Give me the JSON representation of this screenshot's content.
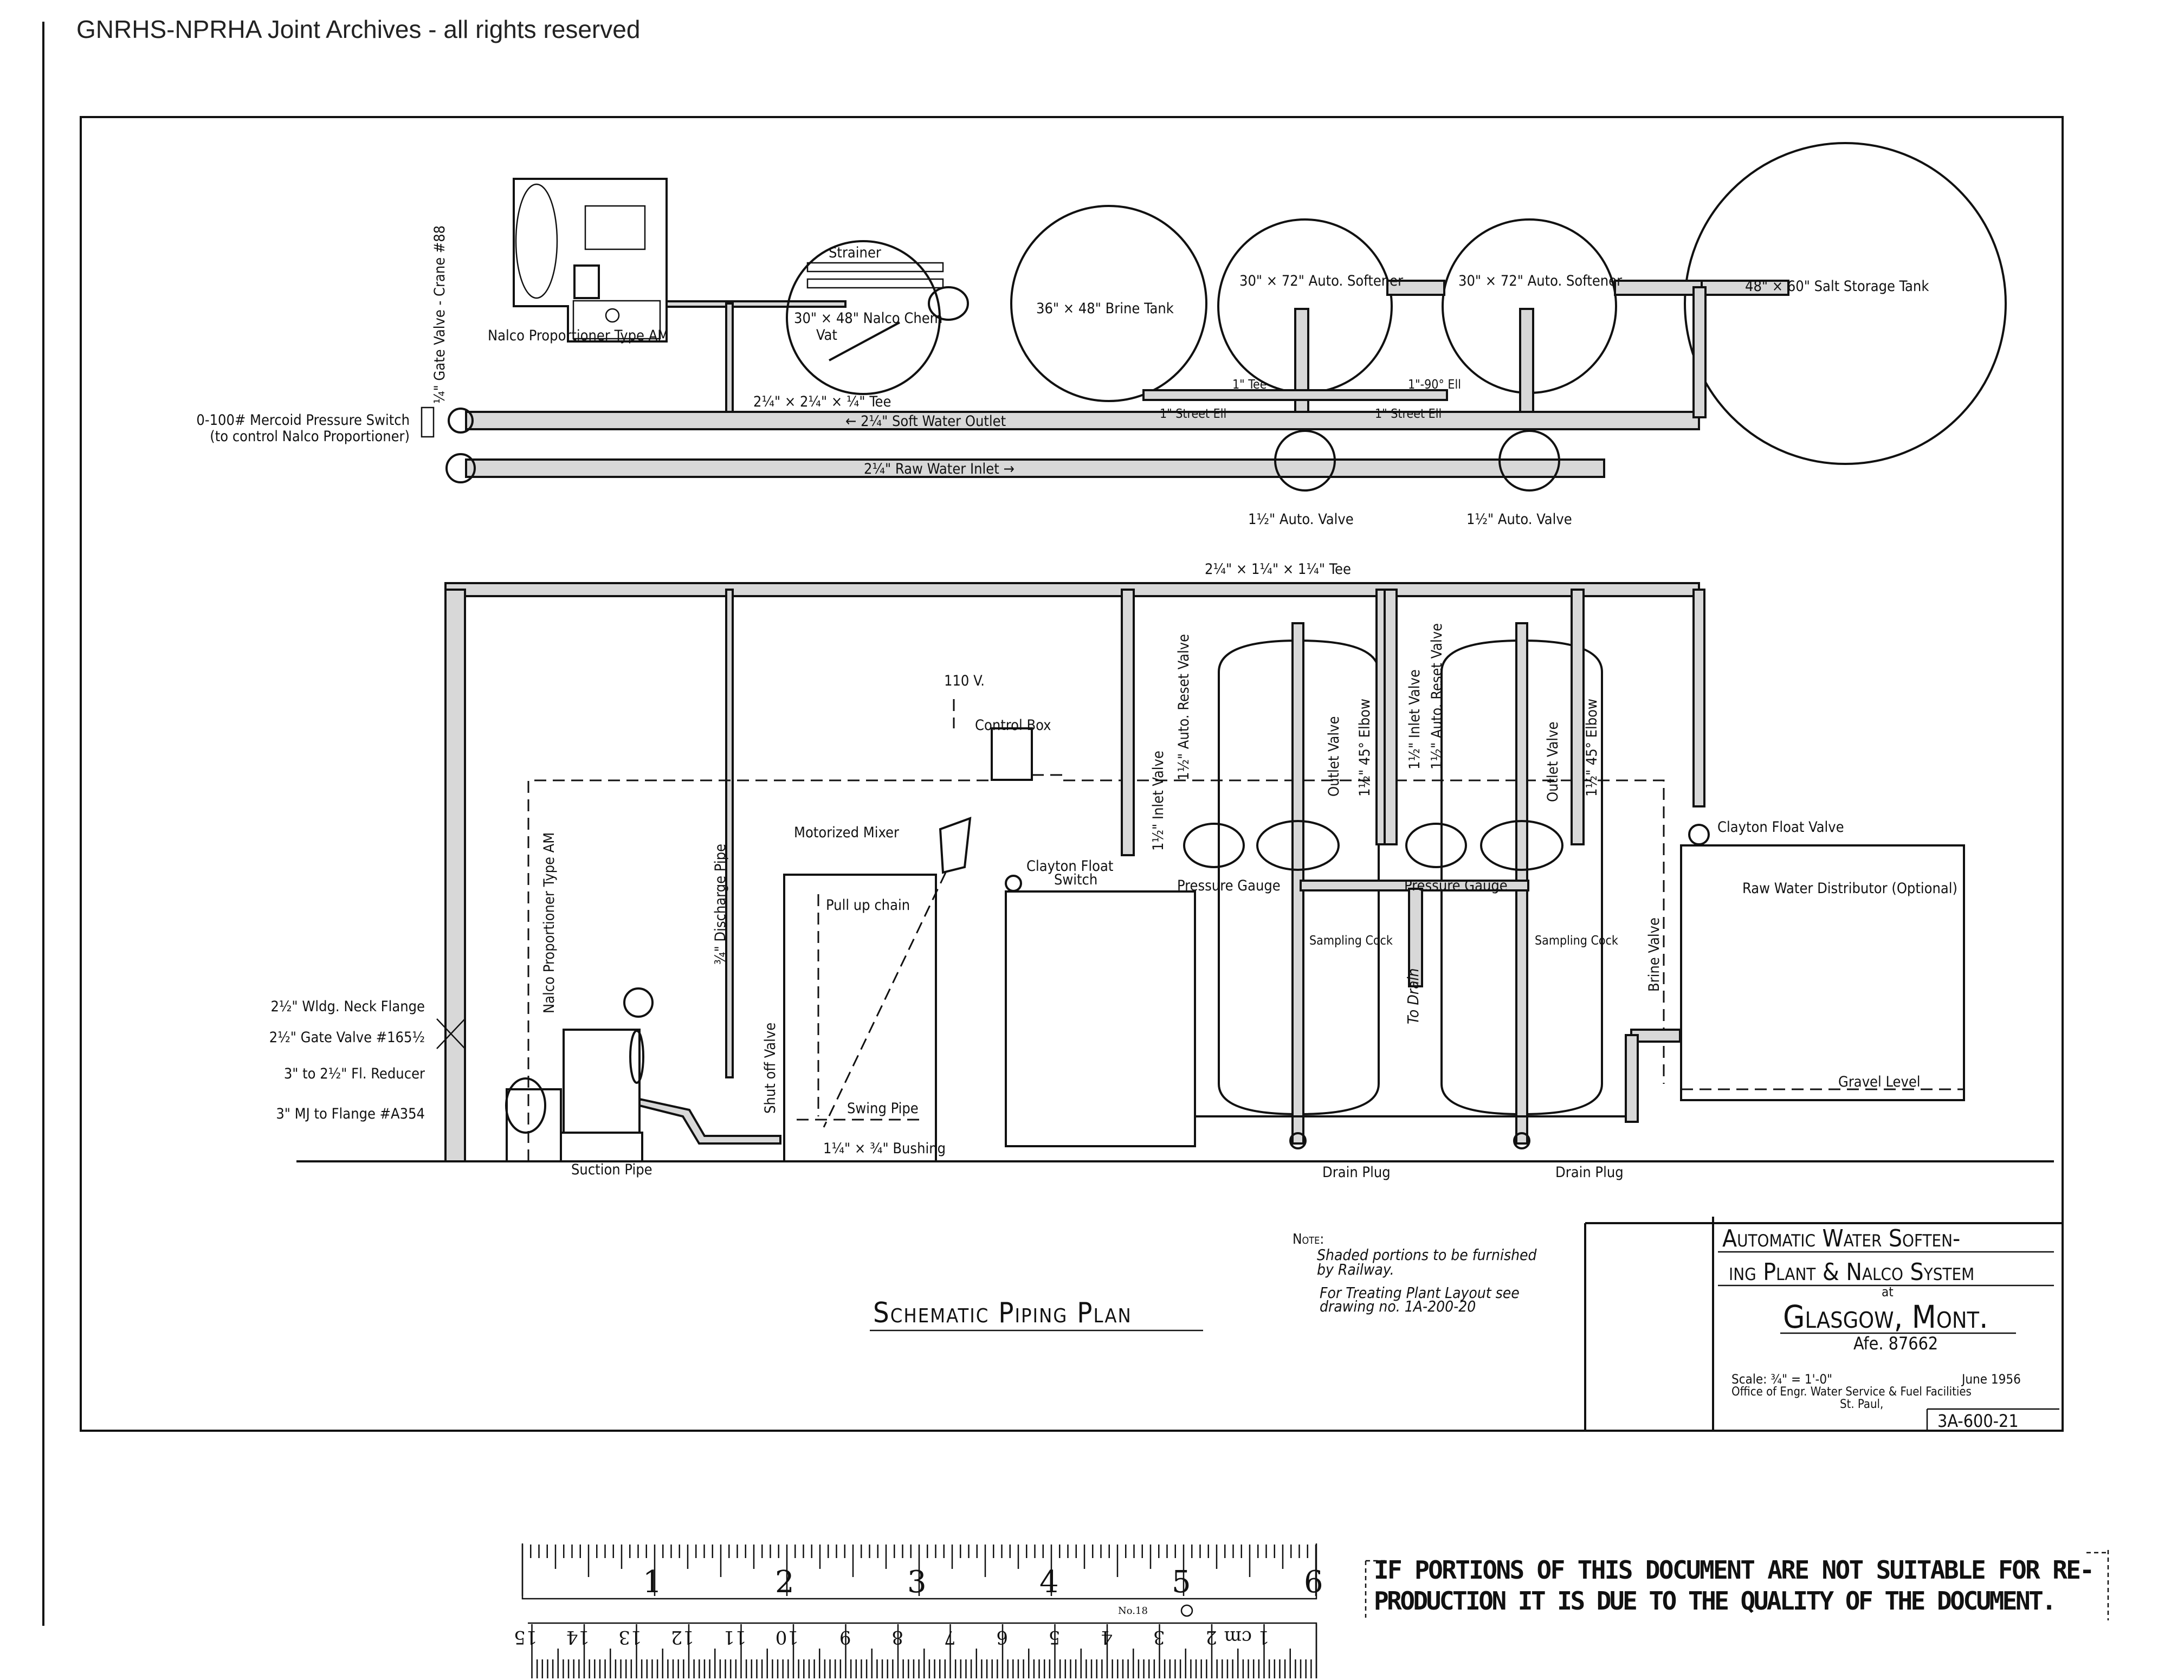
{
  "watermark": "GNRHS-NPRHA Joint Archives - all rights reserved",
  "plan_title": "Schematic Piping Plan",
  "top_section": {
    "strainer": "Strainer",
    "chem_vat_1": "30\" × 48\" Nalco Chem",
    "chem_vat_2": "Vat",
    "proportioner": "Nalco Proportioner Type AM",
    "gate_valve": "¼\" Gate Valve - Crane #88",
    "pressure_switch_1": "0-100# Mercoid Pressure Switch",
    "pressure_switch_2": "(to control Nalco Proportioner)",
    "tee": "2¼\" × 2¼\" × ¼\" Tee",
    "soft_water_outlet": "← 2¼\" Soft Water Outlet",
    "raw_water_inlet": "2¼\" Raw Water Inlet →",
    "brine_tank": "36\" × 48\" Brine Tank",
    "softener_1": "30\" × 72\" Auto. Softener",
    "softener_2": "30\" × 72\" Auto. Softener",
    "salt_tank": "48\" × 60\" Salt Storage Tank",
    "one_tee": "1\" Tee",
    "street_ell_1": "1\" Street Ell",
    "ell_90": "1\"-90° Ell",
    "street_ell_2": "1\" Street Ell",
    "auto_valve_1": "1½\" Auto. Valve",
    "auto_valve_2": "1½\" Auto. Valve"
  },
  "lower_section": {
    "tee": "2¼\" × 1¼\" × 1¼\" Tee",
    "voltage": "110 V.",
    "control_box": "Control Box",
    "motorized_mixer": "Motorized Mixer",
    "pull_chain": "Pull up chain",
    "float_switch_1": "Clayton Float",
    "float_switch_2": "Switch",
    "discharge_pipe": "¾\" Discharge Pipe",
    "shutoff_valve": "Shut off Valve",
    "proportioner": "Nalco Proportioner Type AM",
    "flange": "2½\" Wldg. Neck Flange",
    "gate_valve": "2½\" Gate Valve #165½",
    "reducer": "3\" to 2½\" Fl. Reducer",
    "mj_flange": "3\" MJ to Flange #A354",
    "suction_pipe": "Suction Pipe",
    "swing_pipe": "Swing Pipe",
    "bushing": "1¼\" × ¾\" Bushing",
    "inlet_valve_1": "1½\" Inlet Valve",
    "reset_valve_1": "1½\" Auto. Reset Valve",
    "outlet_valve_1": "Outlet Valve",
    "elbow_1": "1½\" 45° Elbow",
    "inlet_valve_2": "1½\" Inlet Valve",
    "reset_valve_2": "1½\" Auto. Reset Valve",
    "outlet_valve_2": "Outlet Valve",
    "elbow_2": "1½\" 45° Elbow",
    "pressure_gauge_1": "Pressure Gauge",
    "pressure_gauge_2": "Pressure Gauge",
    "sampling_cock_1": "Sampling Cock",
    "sampling_cock_2": "Sampling Cock",
    "to_drain": "To Drain",
    "brine_valve": "Brine Valve",
    "float_valve": "Clayton Float Valve",
    "distributor": "Raw Water Distributor (Optional)",
    "gravel_level": "Gravel Level",
    "drain_plug_1": "Drain Plug",
    "drain_plug_2": "Drain Plug"
  },
  "note": {
    "heading": "Note:",
    "line1": "Shaded portions to be furnished",
    "line2": "by Railway.",
    "line3": "For Treating Plant Layout see",
    "line4": "drawing no. 1A-200-20"
  },
  "title_block": {
    "line1": "Automatic Water Soften-",
    "line2": "ing Plant & Nalco System",
    "at": "at",
    "location": "Glasgow, Mont.",
    "afe": "Afe. 87662",
    "scale": "Scale: ¾\" = 1'-0\"",
    "date": "June 1956",
    "office": "Office of Engr. Water Service & Fuel Facilities",
    "city": "St. Paul,",
    "drawing_no": "3A-600-21"
  },
  "ruler": {
    "inches": [
      "1",
      "2",
      "3",
      "4",
      "5",
      "6"
    ],
    "model": "No.18",
    "cm": [
      "1 cm",
      "2",
      "3",
      "4",
      "5",
      "6",
      "7",
      "8",
      "9",
      "10",
      "11",
      "12",
      "13",
      "14",
      "15"
    ]
  },
  "disclaimer": {
    "line1": "IF PORTIONS OF THIS DOCUMENT ARE NOT SUITABLE FOR RE-",
    "line2": "PRODUCTION IT IS DUE TO THE QUALITY OF THE DOCUMENT."
  }
}
